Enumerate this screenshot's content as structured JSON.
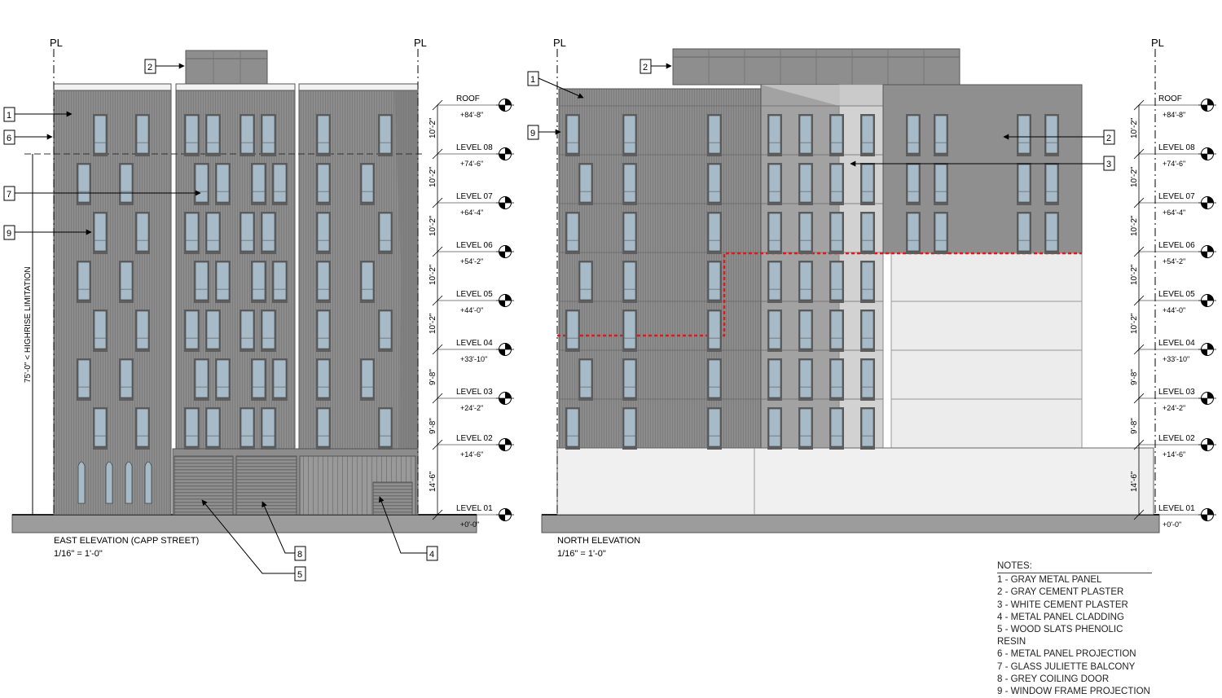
{
  "east": {
    "title": "EAST ELEVATION (CAPP STREET)",
    "scale": "1/16\" = 1'-0\"",
    "limit_label": "75'-0\" < HIGHRISE LIMITATION",
    "callouts": [
      "1",
      "2",
      "6",
      "7",
      "9",
      "8",
      "5",
      "4"
    ]
  },
  "north": {
    "title": "NORTH ELEVATION",
    "scale": "1/16\" = 1'-0\"",
    "callouts": [
      "1",
      "2",
      "9",
      "2",
      "3"
    ]
  },
  "grid_mark": "PL",
  "levels": [
    {
      "name": "ROOF",
      "elev": "+84'-8\""
    },
    {
      "name": "LEVEL 08",
      "elev": "+74'-6\""
    },
    {
      "name": "LEVEL 07",
      "elev": "+64'-4\""
    },
    {
      "name": "LEVEL 06",
      "elev": "+54'-2\""
    },
    {
      "name": "LEVEL 05",
      "elev": "+44'-0\""
    },
    {
      "name": "LEVEL 04",
      "elev": "+33'-10\""
    },
    {
      "name": "LEVEL 03",
      "elev": "+24'-2\""
    },
    {
      "name": "LEVEL 02",
      "elev": "+14'-6\""
    },
    {
      "name": "LEVEL 01",
      "elev": "+0'-0\""
    }
  ],
  "dims": [
    "10'-2\"",
    "10'-2\"",
    "10'-2\"",
    "10'-2\"",
    "10'-2\"",
    "9'-8\"",
    "9'-8\"",
    "14'-6\""
  ],
  "notes": {
    "heading": "NOTES:",
    "items": [
      "1 - GRAY METAL PANEL",
      "2 - GRAY CEMENT PLASTER",
      "3 - WHITE CEMENT PLASTER",
      "4 - METAL PANEL CLADDING",
      "5 - WOOD SLATS PHENOLIC RESIN",
      "6 - METAL PANEL PROJECTION",
      "7 - GLASS JULIETTE BALCONY",
      "8 - GREY COILING DOOR",
      "9 - WINDOW FRAME PROJECTION"
    ]
  },
  "colors": {
    "panel_dark": "#8a8a8a",
    "panel_mid": "#9a9a9a",
    "plaster_white": "#ececec",
    "window": "#a7bac8",
    "red_line": "#e01a1a"
  }
}
